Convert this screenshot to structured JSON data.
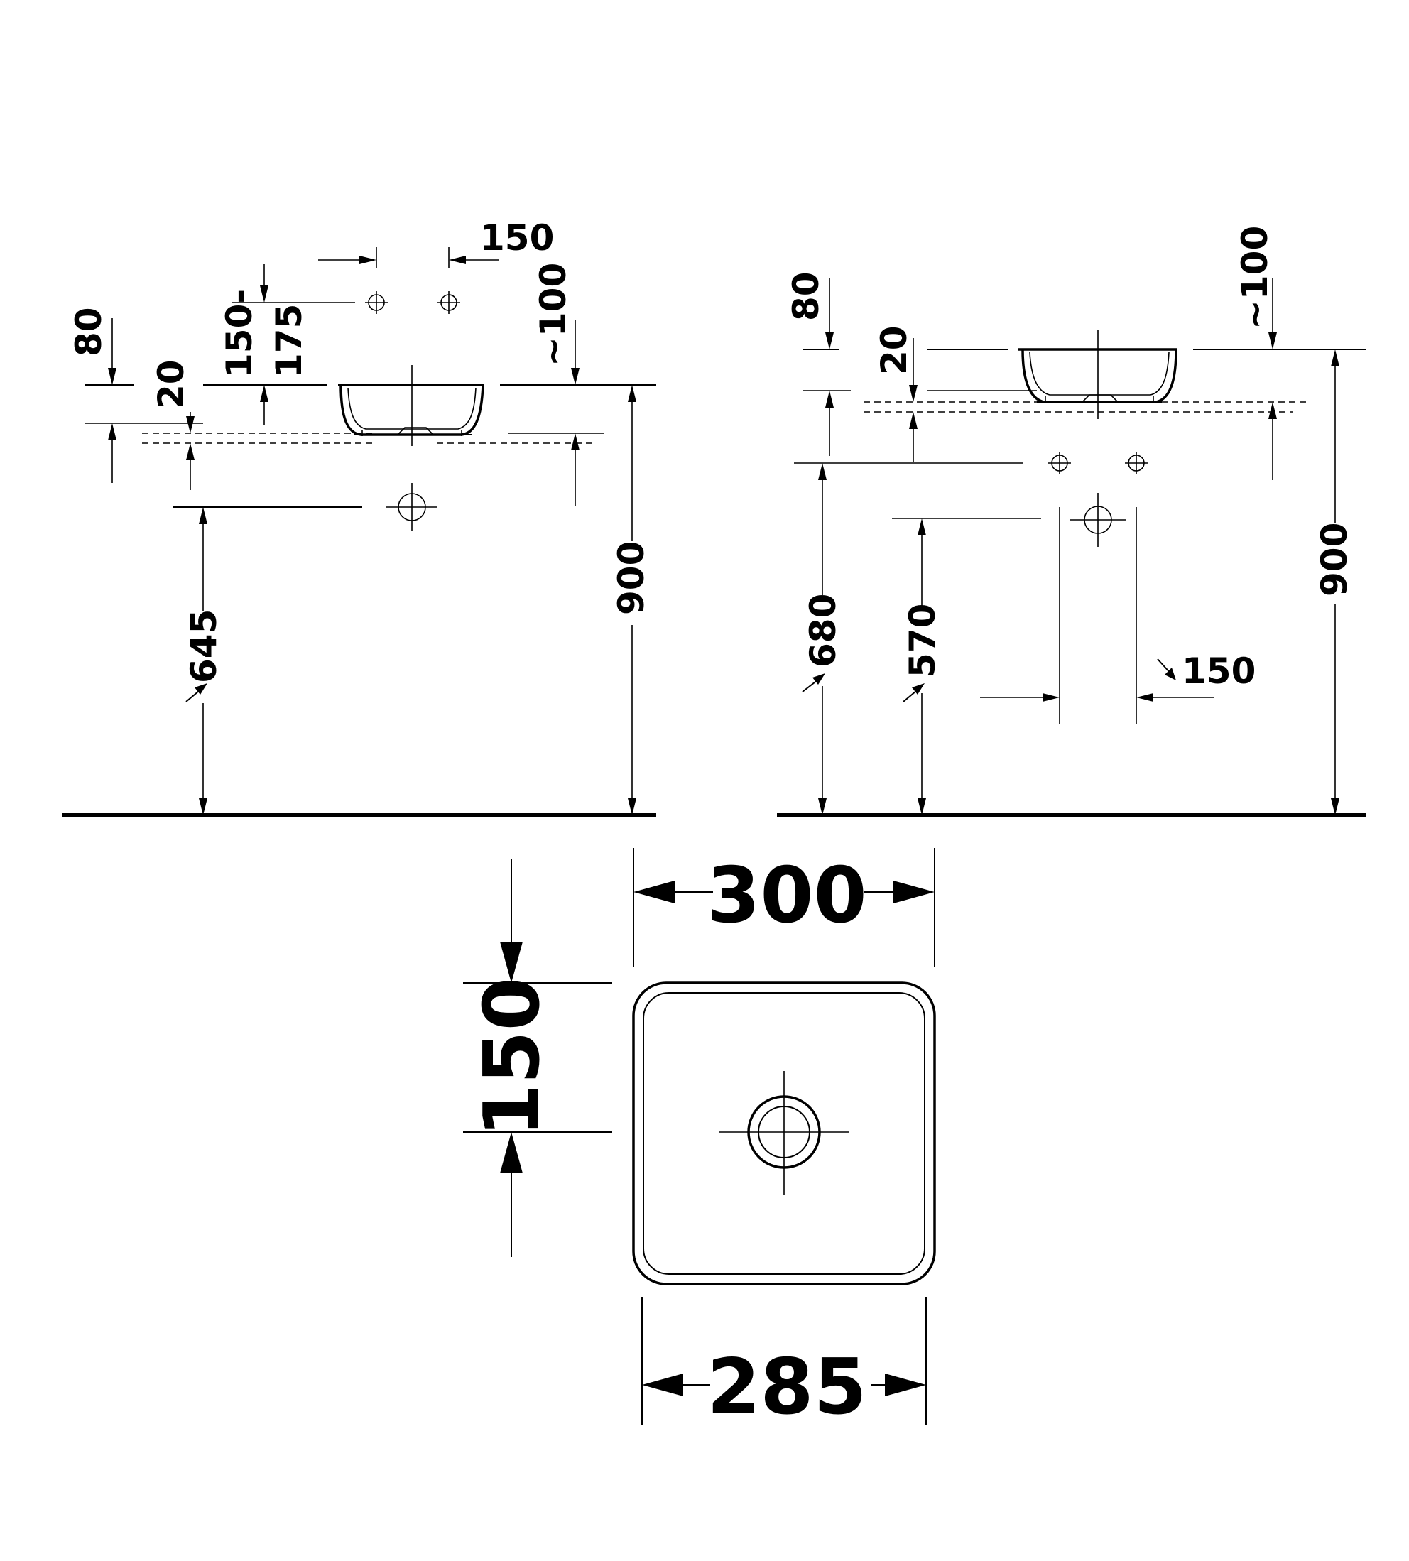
{
  "left_view": {
    "dim_top_spacing": "150",
    "dim_80": "80",
    "dim_150_175_a": "150-",
    "dim_150_175_b": "175",
    "dim_20": "20",
    "dim_100": "~100",
    "dim_900": "900",
    "dim_645": "645"
  },
  "right_view": {
    "dim_80": "80",
    "dim_20": "20",
    "dim_100": "~100",
    "dim_900": "900",
    "dim_680": "680",
    "dim_570": "570",
    "dim_150": "150"
  },
  "plan_view": {
    "width_top": "300",
    "width_bottom": "285",
    "height": "150"
  }
}
